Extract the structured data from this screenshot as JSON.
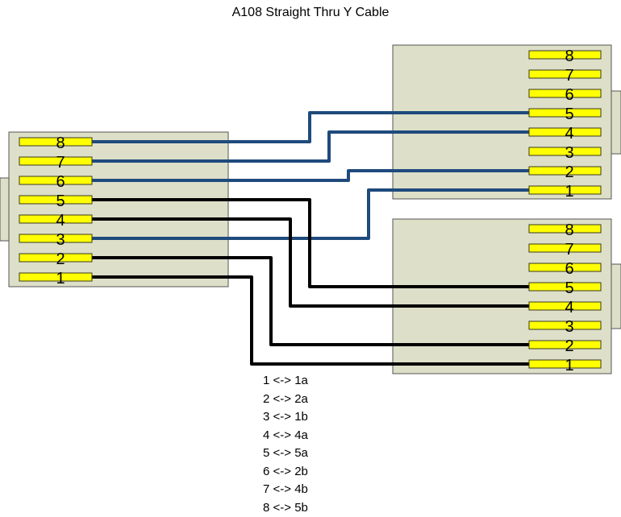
{
  "title": "A108 Straight Thru Y Cable",
  "colors": {
    "connector_body": "#dddfc8",
    "connector_border": "#555555",
    "pin_fill": "#ffff00",
    "pin_border": "#3a3a20",
    "wire_blue": "#1f4a7c",
    "wire_black": "#000000",
    "text": "#000000"
  },
  "connectors": [
    {
      "id": "left-connector",
      "pins": [
        "8",
        "7",
        "6",
        "5",
        "4",
        "3",
        "2",
        "1"
      ]
    },
    {
      "id": "right-top-connector",
      "pins": [
        "8",
        "7",
        "6",
        "5",
        "4",
        "3",
        "2",
        "1"
      ]
    },
    {
      "id": "right-bottom-connector",
      "pins": [
        "8",
        "7",
        "6",
        "5",
        "4",
        "3",
        "2",
        "1"
      ]
    }
  ],
  "wires": [
    {
      "from_pin": "8",
      "to_connector": "right-top-connector",
      "to_pin": "5",
      "color": "blue"
    },
    {
      "from_pin": "7",
      "to_connector": "right-top-connector",
      "to_pin": "4",
      "color": "blue"
    },
    {
      "from_pin": "6",
      "to_connector": "right-top-connector",
      "to_pin": "2",
      "color": "blue"
    },
    {
      "from_pin": "3",
      "to_connector": "right-top-connector",
      "to_pin": "1",
      "color": "blue"
    },
    {
      "from_pin": "5",
      "to_connector": "right-bottom-connector",
      "to_pin": "5",
      "color": "black"
    },
    {
      "from_pin": "4",
      "to_connector": "right-bottom-connector",
      "to_pin": "4",
      "color": "black"
    },
    {
      "from_pin": "2",
      "to_connector": "right-bottom-connector",
      "to_pin": "2",
      "color": "black"
    },
    {
      "from_pin": "1",
      "to_connector": "right-bottom-connector",
      "to_pin": "1",
      "color": "black"
    }
  ],
  "mapping": [
    "1 <-> 1a",
    "2 <-> 2a",
    "3 <-> 1b",
    "4 <-> 4a",
    "5 <-> 5a",
    "6 <-> 2b",
    "7 <-> 4b",
    "8 <-> 5b"
  ]
}
